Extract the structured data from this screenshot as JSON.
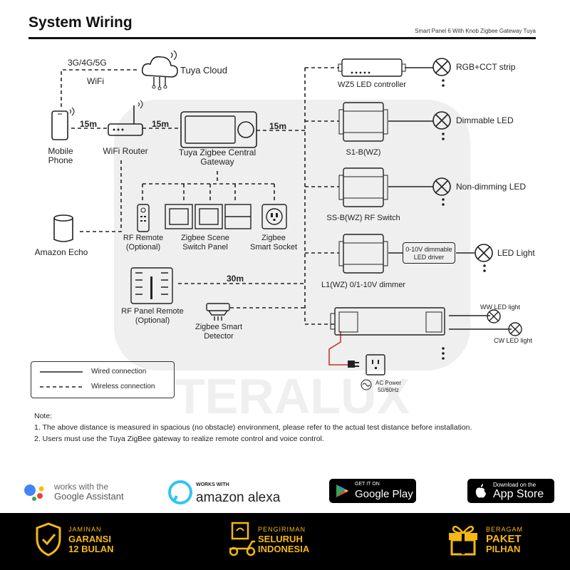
{
  "header": {
    "title": "System Wiring",
    "subtitle": "Smart Panel 6 With Knob Zigbee Gateway Tuya"
  },
  "watermark": "TERALUX",
  "left": {
    "network": "3G/4G/5G",
    "wifi": "WiFi",
    "cloud": "Tuya Cloud",
    "phone": "Mobile\nPhone",
    "router": "WiFi Router",
    "gateway": "Tuya Zigbee Central\nGateway",
    "echo": "Amazon Echo",
    "rf_remote": "RF Remote\n(Optional)",
    "scene_panel": "Zigbee Scene\nSwitch Panel",
    "socket": "Zigbee\nSmart Socket",
    "rf_panel": "RF Panel Remote\n(Optional)",
    "detector": "Zigbee Smart\nDetector",
    "dist_phone_router": "15m",
    "dist_router_gateway": "15m",
    "dist_gateway_bus": "15m",
    "dist_rf_panel": "30m"
  },
  "right": {
    "wz5": "WZ5 LED controller",
    "s1b": "S1-B(WZ)",
    "ssb": "SS-B(WZ) RF Switch",
    "l1": "L1(WZ) 0/1-10V dimmer",
    "driver": "0-10V dimmable\nLED driver",
    "rgb": "RGB+CCT strip",
    "dimmable": "Dimmable LED",
    "nondim": "Non-dimming LED",
    "ledlight": "LED Light",
    "ww": "WW LED light",
    "cw": "CW LED light",
    "ac": "AC Power\n50/60Hz"
  },
  "legend": {
    "wired": "Wired connection",
    "wireless": "Wireless connection"
  },
  "notes": {
    "heading": "Note:",
    "line1": "1. The above distance is measured in spacious (no obstacle) environment, please refer to the actual test distance before installation.",
    "line2": "2. Users must use the Tuya ZigBee gateway to realize remote control and voice control."
  },
  "brands": {
    "google_line1": "works with the",
    "google_line2": "Google Assistant",
    "alexa_small": "WORKS WITH",
    "alexa_big": "amazon alexa",
    "gplay_small": "GET IT ON",
    "gplay_big": "Google Play",
    "appstore_small": "Download on the",
    "appstore_big": "App Store"
  },
  "footer": {
    "f1_small": "JAMINAN",
    "f1_l2": "GARANSI",
    "f1_l3": "12 BULAN",
    "f2_small": "PENGIRIMAN",
    "f2_l2": "SELURUH",
    "f2_l3": "INDONESIA",
    "f3_small": "BERAGAM",
    "f3_l2": "PAKET",
    "f3_l3": "PILHAN"
  },
  "colors": {
    "accent": "#f5b814",
    "footer_bg": "#000000",
    "google_blue": "#4285f4",
    "google_red": "#ea4335",
    "google_yellow": "#fbbc05",
    "google_green": "#34a853",
    "alexa_blue": "#31c4f3"
  }
}
